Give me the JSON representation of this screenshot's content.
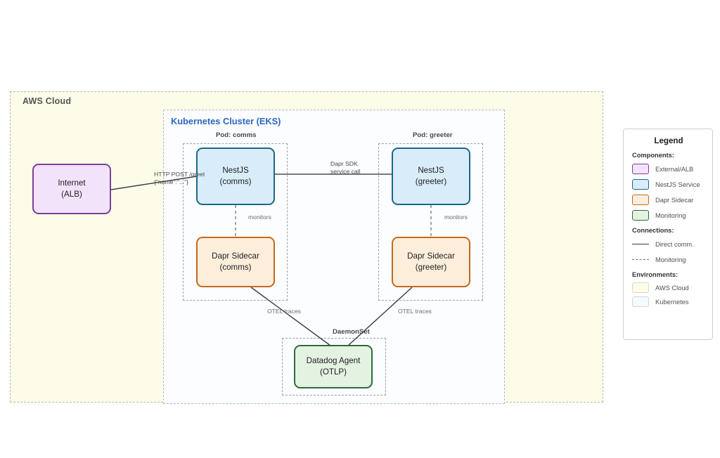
{
  "environments": {
    "aws": {
      "label": "AWS Cloud"
    },
    "kubernetes": {
      "label": "Kubernetes Cluster (EKS)"
    }
  },
  "groups": {
    "pod_comms": {
      "label": "Pod: comms"
    },
    "pod_greeter": {
      "label": "Pod: greeter"
    },
    "daemonset": {
      "label": "DaemonSet"
    }
  },
  "nodes": {
    "alb": {
      "line1": "Internet",
      "line2": "(ALB)"
    },
    "nest_comms": {
      "line1": "NestJS",
      "line2": "(comms)"
    },
    "nest_greeter": {
      "line1": "NestJS",
      "line2": "(greeter)"
    },
    "dapr_comms": {
      "line1": "Dapr Sidecar",
      "line2": "(comms)"
    },
    "dapr_greeter": {
      "line1": "Dapr Sidecar",
      "line2": "(greeter)"
    },
    "datadog": {
      "line1": "Datadog Agent",
      "line2": "(OTLP)"
    }
  },
  "edges": {
    "alb_to_comms": {
      "line1": "HTTP POST /greet",
      "line2": "{\"name\":\"...\"}"
    },
    "comms_to_greeter": {
      "line1": "Dapr SDK",
      "line2": "service call"
    },
    "monitors_comms": {
      "label": "monitors"
    },
    "monitors_greeter": {
      "label": "monitors"
    },
    "otel_comms": {
      "label": "OTEL traces"
    },
    "otel_greeter": {
      "label": "OTEL traces"
    }
  },
  "legend": {
    "title": "Legend",
    "components_heading": "Components:",
    "components": [
      {
        "label": "External/ALB",
        "color": "#f3e3fa",
        "border": "#7b3f9d"
      },
      {
        "label": "NestJS Service",
        "color": "#d9ecfa",
        "border": "#1a6885"
      },
      {
        "label": "Dapr Sidecar",
        "color": "#fdeedc",
        "border": "#c56a1c"
      },
      {
        "label": "Monitoring",
        "color": "#e4f2e2",
        "border": "#2f6b38"
      }
    ],
    "connections_heading": "Connections:",
    "connections": [
      {
        "label": "Direct comm.",
        "style": "solid"
      },
      {
        "label": "Monitoring",
        "style": "dashed"
      }
    ],
    "environments_heading": "Environments:",
    "environments": [
      {
        "label": "AWS Cloud",
        "color": "#fcfce8"
      },
      {
        "label": "Kubernetes",
        "color": "#f4fafd"
      }
    ]
  }
}
